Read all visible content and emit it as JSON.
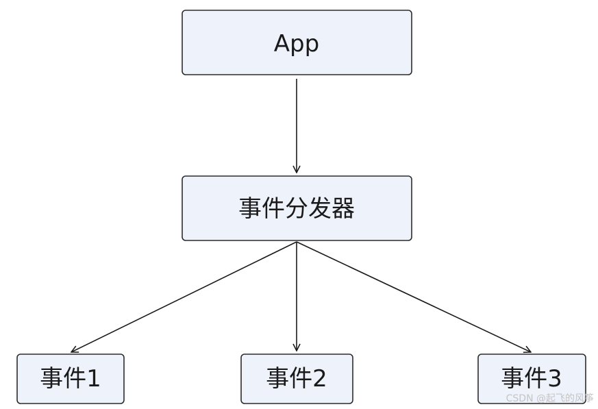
{
  "diagram": {
    "nodes": {
      "app": "App",
      "dispatcher": "事件分发器",
      "event1": "事件1",
      "event2": "事件2",
      "event3": "事件3"
    },
    "colors": {
      "node_fill": "#eef2fb",
      "node_stroke": "#2b2b2b",
      "edge": "#1a1a1a"
    }
  },
  "watermark": "CSDN @起飞的风筝"
}
